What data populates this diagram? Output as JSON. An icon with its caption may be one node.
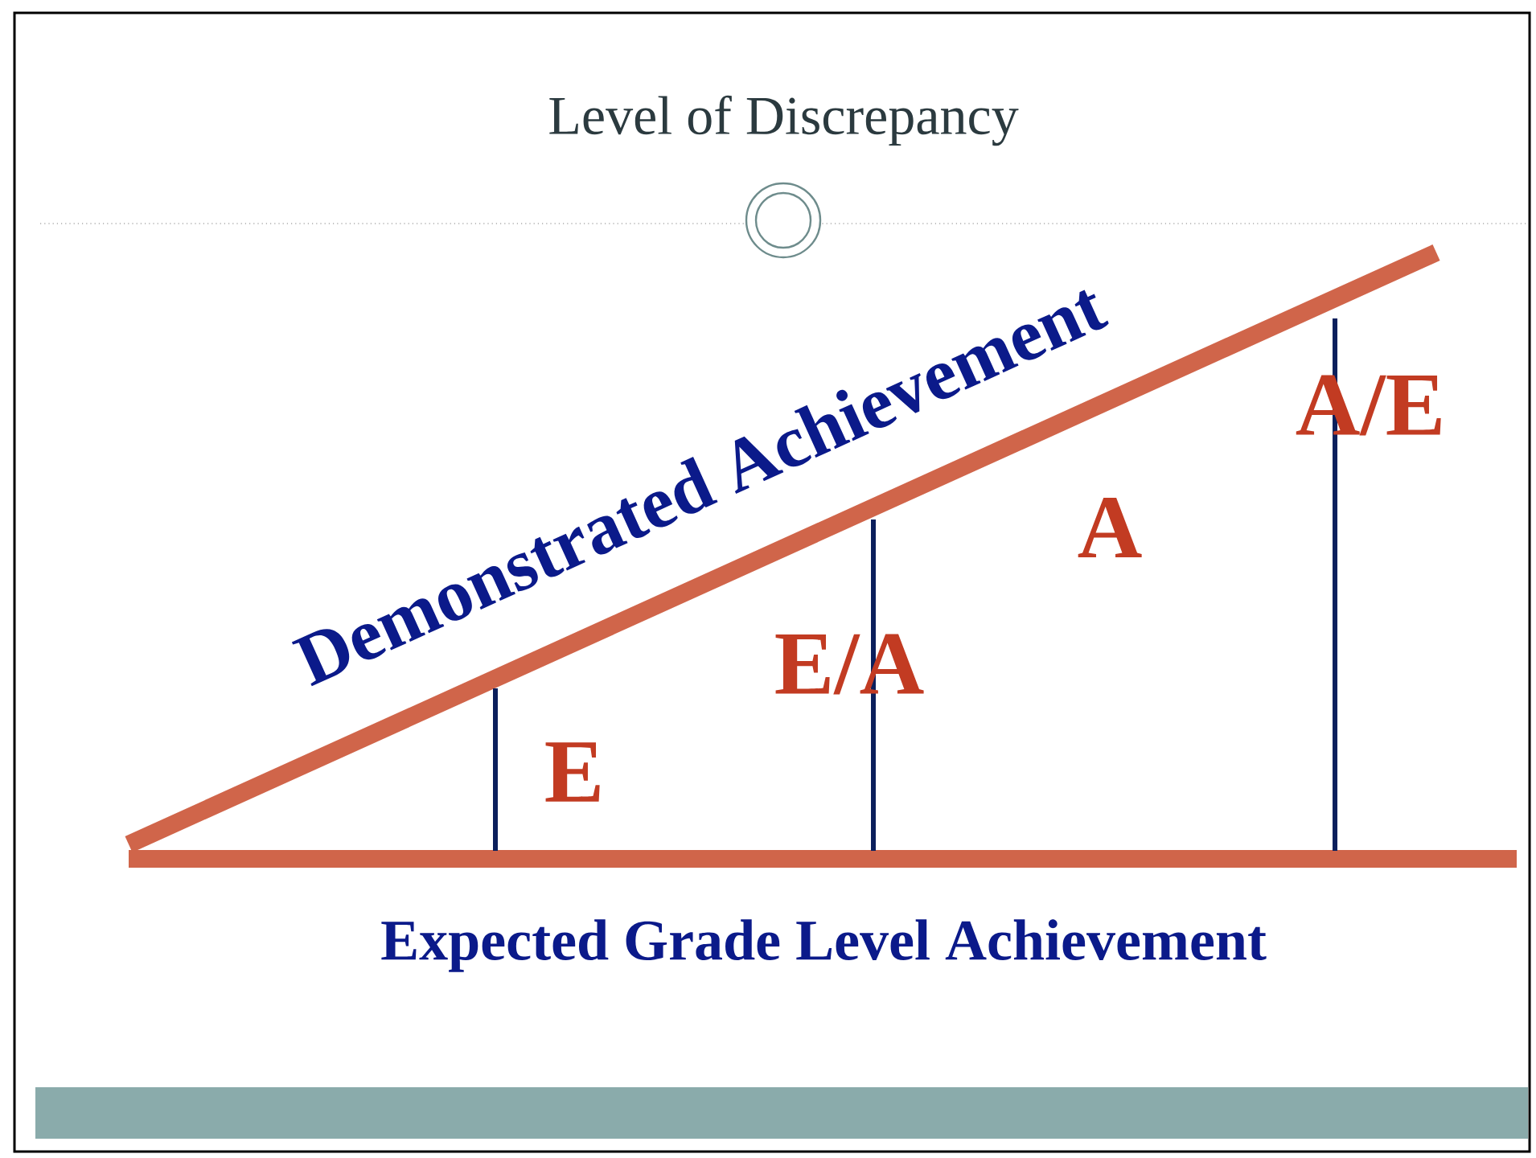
{
  "diagram": {
    "title": "Level of Discrepancy",
    "labels": [
      "Demonstrated Achievement",
      "A/E",
      "A",
      "E/A",
      "E",
      "Expected Grade Level Achievement"
    ]
  }
}
